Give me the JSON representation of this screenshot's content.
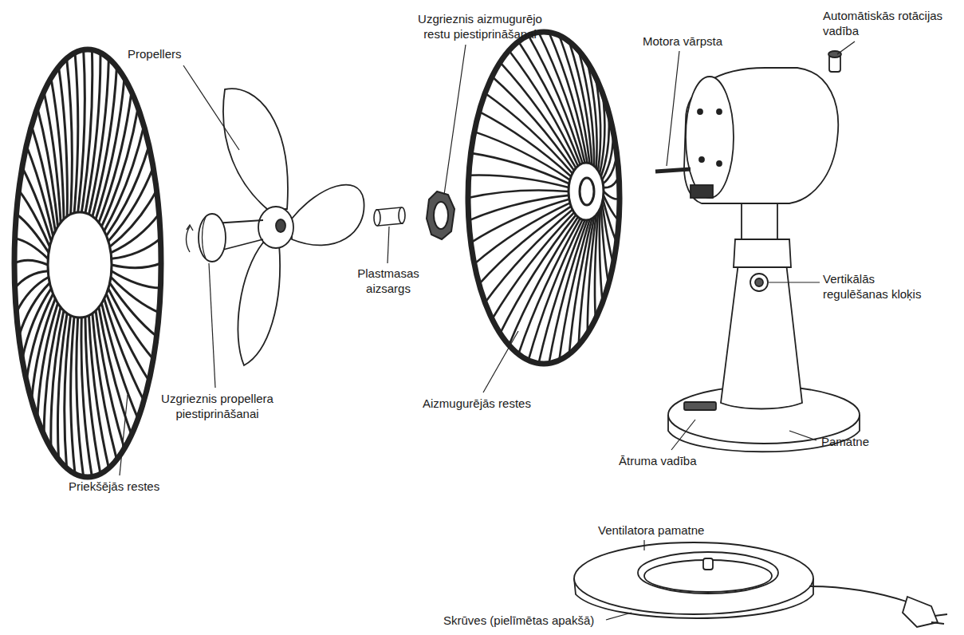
{
  "diagram": {
    "labels": [
      "Propellers",
      "Uzgrieznis aizmugurējo restu piestiprināšanai",
      "Motora vārpsta",
      "Automātiskās rotācijas vadība",
      "Vertikālās regulēšanas kloķis",
      "Plastmasas aizsargs",
      "Uzgrieznis propellera piestiprināšanai",
      "Aizmugurējās restes",
      "Pamatne",
      "Ātruma vadība",
      "Priekšējās restes",
      "Ventilatora pamatne",
      "Skrūves (pielīmētas apakšā)"
    ]
  }
}
